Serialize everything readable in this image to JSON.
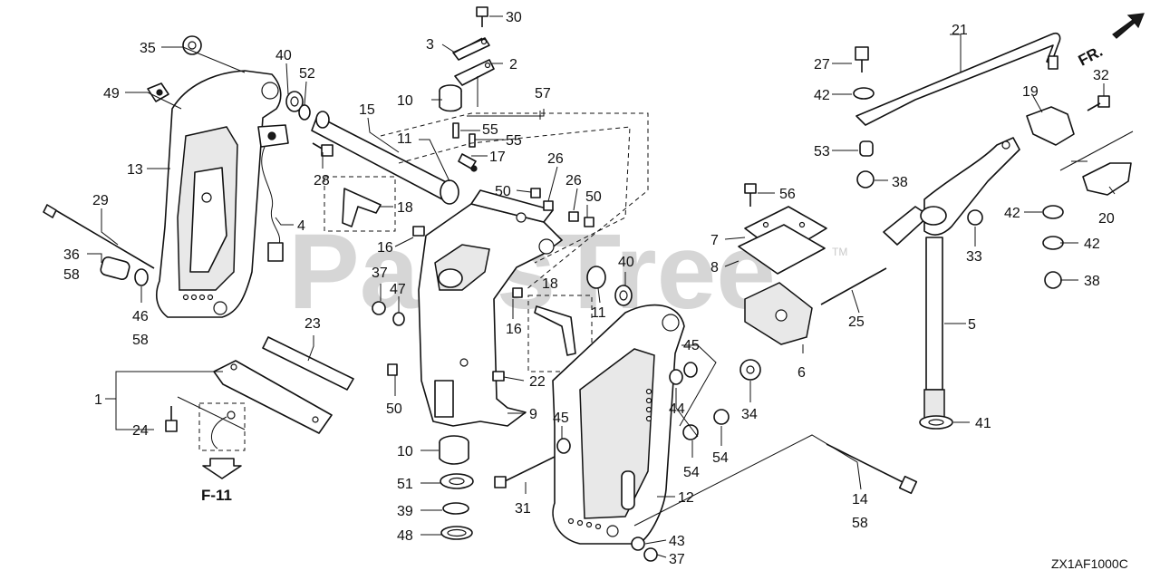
{
  "watermark": {
    "text": "PartsTree",
    "tm": "TM"
  },
  "diagram_code": "ZX1AF1000C",
  "direction_label": "FR.",
  "page_ref": "F-11",
  "colors": {
    "ink": "#111111",
    "watermark": "#c9c9c9",
    "background": "#ffffff"
  },
  "callouts": [
    {
      "id": "c30",
      "text": "30"
    },
    {
      "id": "c3",
      "text": "3"
    },
    {
      "id": "c2",
      "text": "2"
    },
    {
      "id": "c10a",
      "text": "10"
    },
    {
      "id": "c57",
      "text": "57"
    },
    {
      "id": "c55a",
      "text": "55"
    },
    {
      "id": "c55b",
      "text": "55"
    },
    {
      "id": "c11a",
      "text": "11"
    },
    {
      "id": "c17",
      "text": "17"
    },
    {
      "id": "c26a",
      "text": "26"
    },
    {
      "id": "c26b",
      "text": "26"
    },
    {
      "id": "c50a",
      "text": "50"
    },
    {
      "id": "c50b",
      "text": "50"
    },
    {
      "id": "c35",
      "text": "35"
    },
    {
      "id": "c40a",
      "text": "40"
    },
    {
      "id": "c52",
      "text": "52"
    },
    {
      "id": "c49",
      "text": "49"
    },
    {
      "id": "c15",
      "text": "15"
    },
    {
      "id": "c13",
      "text": "13"
    },
    {
      "id": "c28",
      "text": "28"
    },
    {
      "id": "c18a",
      "text": "18"
    },
    {
      "id": "c4",
      "text": "4"
    },
    {
      "id": "c29",
      "text": "29"
    },
    {
      "id": "c16a",
      "text": "16"
    },
    {
      "id": "c36",
      "text": "36"
    },
    {
      "id": "c58a",
      "text": "58"
    },
    {
      "id": "c46",
      "text": "46"
    },
    {
      "id": "c58b",
      "text": "58"
    },
    {
      "id": "c37a",
      "text": "37"
    },
    {
      "id": "c47",
      "text": "47"
    },
    {
      "id": "c23",
      "text": "23"
    },
    {
      "id": "c1",
      "text": "1"
    },
    {
      "id": "c24",
      "text": "24"
    },
    {
      "id": "c50c",
      "text": "50"
    },
    {
      "id": "c40b",
      "text": "40"
    },
    {
      "id": "c11b",
      "text": "11"
    },
    {
      "id": "c18b",
      "text": "18"
    },
    {
      "id": "c16b",
      "text": "16"
    },
    {
      "id": "c22",
      "text": "22"
    },
    {
      "id": "c9",
      "text": "9"
    },
    {
      "id": "c10b",
      "text": "10"
    },
    {
      "id": "c51",
      "text": "51"
    },
    {
      "id": "c39",
      "text": "39"
    },
    {
      "id": "c48",
      "text": "48"
    },
    {
      "id": "c45a",
      "text": "45"
    },
    {
      "id": "c31",
      "text": "31"
    },
    {
      "id": "c45b",
      "text": "45"
    },
    {
      "id": "c44",
      "text": "44"
    },
    {
      "id": "c34",
      "text": "34"
    },
    {
      "id": "c54a",
      "text": "54"
    },
    {
      "id": "c54b",
      "text": "54"
    },
    {
      "id": "c12",
      "text": "12"
    },
    {
      "id": "c43",
      "text": "43"
    },
    {
      "id": "c37b",
      "text": "37"
    },
    {
      "id": "c21",
      "text": "21"
    },
    {
      "id": "c27",
      "text": "27"
    },
    {
      "id": "c42a",
      "text": "42"
    },
    {
      "id": "c19",
      "text": "19"
    },
    {
      "id": "c32",
      "text": "32"
    },
    {
      "id": "c53",
      "text": "53"
    },
    {
      "id": "c38a",
      "text": "38"
    },
    {
      "id": "c56",
      "text": "56"
    },
    {
      "id": "c7",
      "text": "7"
    },
    {
      "id": "c8",
      "text": "8"
    },
    {
      "id": "c42b",
      "text": "42"
    },
    {
      "id": "c42c",
      "text": "42"
    },
    {
      "id": "c38b",
      "text": "38"
    },
    {
      "id": "c20",
      "text": "20"
    },
    {
      "id": "c33",
      "text": "33"
    },
    {
      "id": "c25",
      "text": "25"
    },
    {
      "id": "c6",
      "text": "6"
    },
    {
      "id": "c5",
      "text": "5"
    },
    {
      "id": "c41",
      "text": "41"
    },
    {
      "id": "c14",
      "text": "14"
    },
    {
      "id": "c58c",
      "text": "58"
    }
  ]
}
